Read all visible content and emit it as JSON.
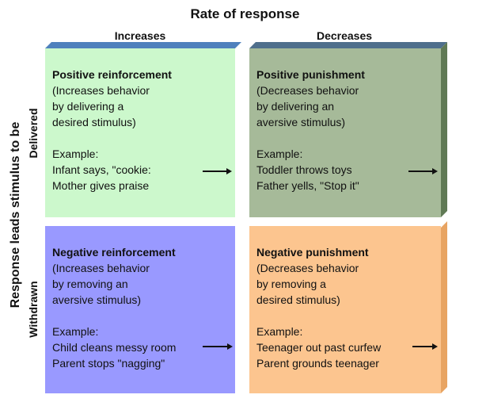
{
  "title": "Rate of response",
  "columns": [
    "Increases",
    "Decreases"
  ],
  "y_axis_label": "Response leads stimulus to be",
  "rows": [
    "Delivered",
    "Withdrawn"
  ],
  "quadrants": [
    {
      "title": "Positive reinforcement",
      "desc": [
        "(Increases behavior",
        "by delivering a",
        "desired stimulus)"
      ],
      "example_label": "Example:",
      "example": [
        "Infant says, \"cookie:",
        "Mother gives praise"
      ],
      "color": "#ccf8cc"
    },
    {
      "title": "Positive punishment",
      "desc": [
        "(Decreases behavior",
        "by delivering an",
        "aversive stimulus)"
      ],
      "example_label": "Example:",
      "example": [
        "Toddler throws toys",
        "Father yells, \"Stop it\""
      ],
      "color": "#a6ba99"
    },
    {
      "title": "Negative reinforcement",
      "desc": [
        "(Increases behavior",
        "by removing an",
        "aversive stimulus)"
      ],
      "example_label": "Example:",
      "example": [
        "Child cleans messy room",
        "Parent stops \"nagging\""
      ],
      "color": "#9999ff"
    },
    {
      "title": "Negative punishment",
      "desc": [
        "(Decreases behavior",
        "by removing a",
        "desired stimulus)"
      ],
      "example_label": "Example:",
      "example": [
        "Teenager out past curfew",
        "Parent grounds teenager"
      ],
      "color": "#fcc58f"
    }
  ]
}
